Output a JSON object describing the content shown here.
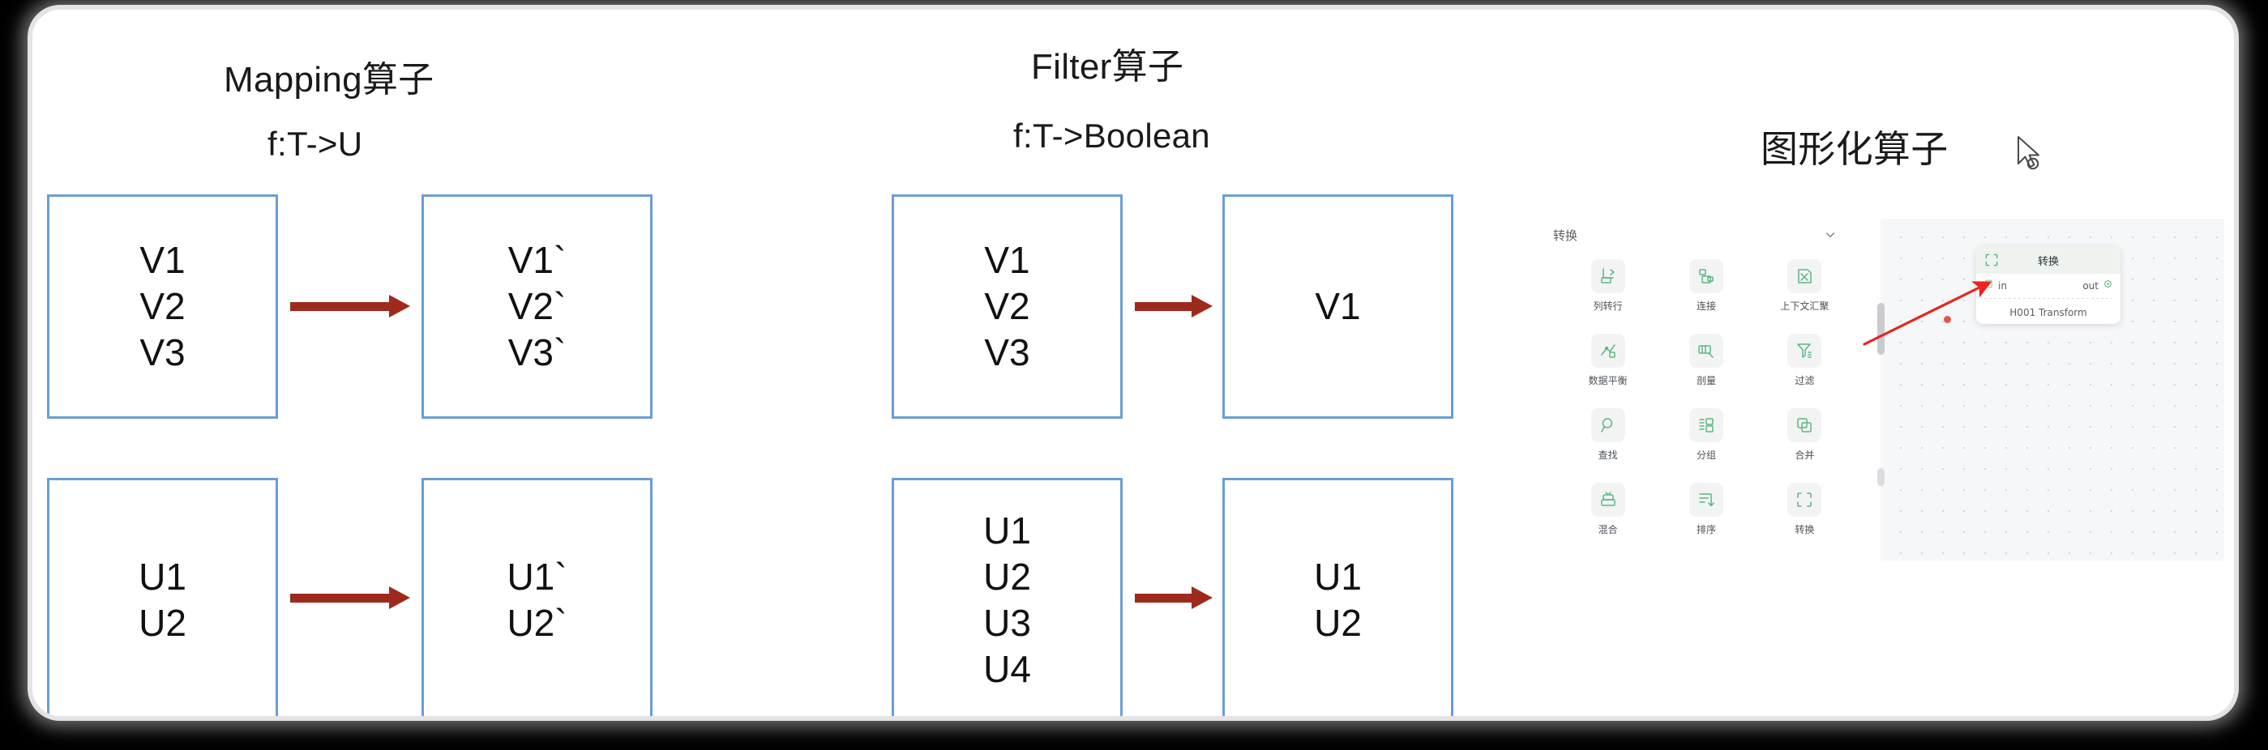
{
  "slide": {
    "sections": {
      "mapping": {
        "title": "Mapping算子",
        "signature": "f:T->U",
        "rows": [
          {
            "source": [
              "V1",
              "V2",
              "V3"
            ],
            "target": [
              "V1`",
              "V2`",
              "V3`"
            ]
          },
          {
            "source": [
              "U1",
              "U2"
            ],
            "target": [
              "U1`",
              "U2`"
            ]
          }
        ]
      },
      "filter": {
        "title": "Filter算子",
        "signature": "f:T->Boolean",
        "rows": [
          {
            "source": [
              "V1",
              "V2",
              "V3"
            ],
            "target": [
              "V1"
            ]
          },
          {
            "source": [
              "U1",
              "U2",
              "U3",
              "U4"
            ],
            "target": [
              "U1",
              "U2"
            ]
          }
        ]
      },
      "graphical": {
        "title": "图形化算子"
      }
    },
    "colors": {
      "box_border": "#6a9ed6",
      "arrow": "#9e2a1d",
      "annotation_arrow": "#e8241c",
      "palette_icon": "#5cb585",
      "canvas_bg": "#f6f7f8"
    }
  },
  "embedded_app": {
    "panel": {
      "section_label": "转换",
      "chevron_icon": "chevron-down-icon",
      "items": [
        {
          "label": "列转行",
          "icon": "column-to-row-icon"
        },
        {
          "label": "连接",
          "icon": "join-icon"
        },
        {
          "label": "上下文汇聚",
          "icon": "context-aggregate-icon"
        },
        {
          "label": "数据平衡",
          "icon": "data-balance-icon"
        },
        {
          "label": "剖量",
          "icon": "measure-icon"
        },
        {
          "label": "过滤",
          "icon": "filter-icon"
        },
        {
          "label": "查找",
          "icon": "search-icon"
        },
        {
          "label": "分组",
          "icon": "group-icon"
        },
        {
          "label": "合并",
          "icon": "merge-icon"
        },
        {
          "label": "混合",
          "icon": "blend-icon"
        },
        {
          "label": "排序",
          "icon": "sort-icon"
        },
        {
          "label": "转换",
          "icon": "transform-icon"
        }
      ]
    },
    "canvas": {
      "node": {
        "title": "转换",
        "icon": "transform-icon",
        "in_port": "in",
        "out_port": "out",
        "subtitle": "H001 Transform"
      }
    }
  },
  "cursor": {
    "icon": "arrow-cursor-busy-icon"
  }
}
